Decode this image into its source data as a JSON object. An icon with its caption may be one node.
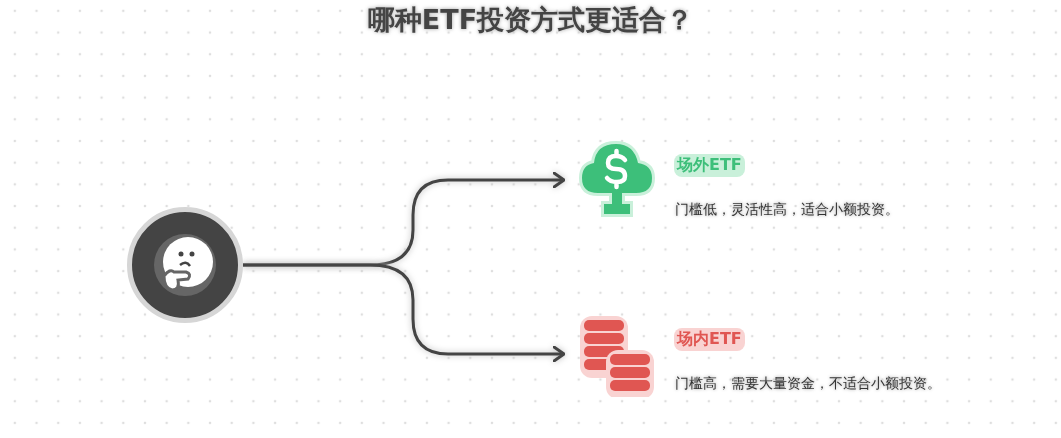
{
  "diagram": {
    "title": "哪种ETF投资方式更适合？",
    "nodes": [
      {
        "text": [],
        "shape": "circle"
      },
      {
        "text": [
          "场外ETF",
          "门槛低，灵活性高，适合小额投资。"
        ]
      },
      {
        "text": [
          "场内ETF",
          "门槛高，需要大量资金，不适合小额投资。"
        ]
      }
    ],
    "edges": [
      {
        "from": 0,
        "to": 1,
        "arrow": "to"
      },
      {
        "from": 0,
        "to": 2,
        "arrow": "to"
      }
    ]
  }
}
